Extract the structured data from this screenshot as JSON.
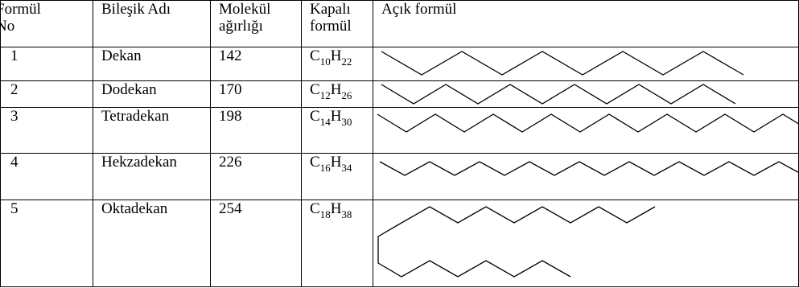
{
  "headers": {
    "no": [
      "Formül",
      "No"
    ],
    "name": "Bileşik Adı",
    "weight": [
      "Molekül",
      "ağırlığı"
    ],
    "formula": [
      "Kapalı",
      "formül"
    ],
    "structure": "Açık formül"
  },
  "rows": [
    {
      "no": "1",
      "name": "Dekan",
      "weight": "142",
      "formula": {
        "el1": "C",
        "n1": "10",
        "el2": "H",
        "n2": "22"
      }
    },
    {
      "no": "2",
      "name": "Dodekan",
      "weight": "170",
      "formula": {
        "el1": "C",
        "n1": "12",
        "el2": "H",
        "n2": "26"
      }
    },
    {
      "no": "3",
      "name": "Tetradekan",
      "weight": "198",
      "formula": {
        "el1": "C",
        "n1": "14",
        "el2": "H",
        "n2": "30"
      }
    },
    {
      "no": "4",
      "name": "Hekzadekan",
      "weight": "226",
      "formula": {
        "el1": "C",
        "n1": "16",
        "el2": "H",
        "n2": "34"
      }
    },
    {
      "no": "5",
      "name": "Oktadekan",
      "weight": "254",
      "formula": {
        "el1": "C",
        "n1": "18",
        "el2": "H",
        "n2": "38"
      }
    }
  ]
}
